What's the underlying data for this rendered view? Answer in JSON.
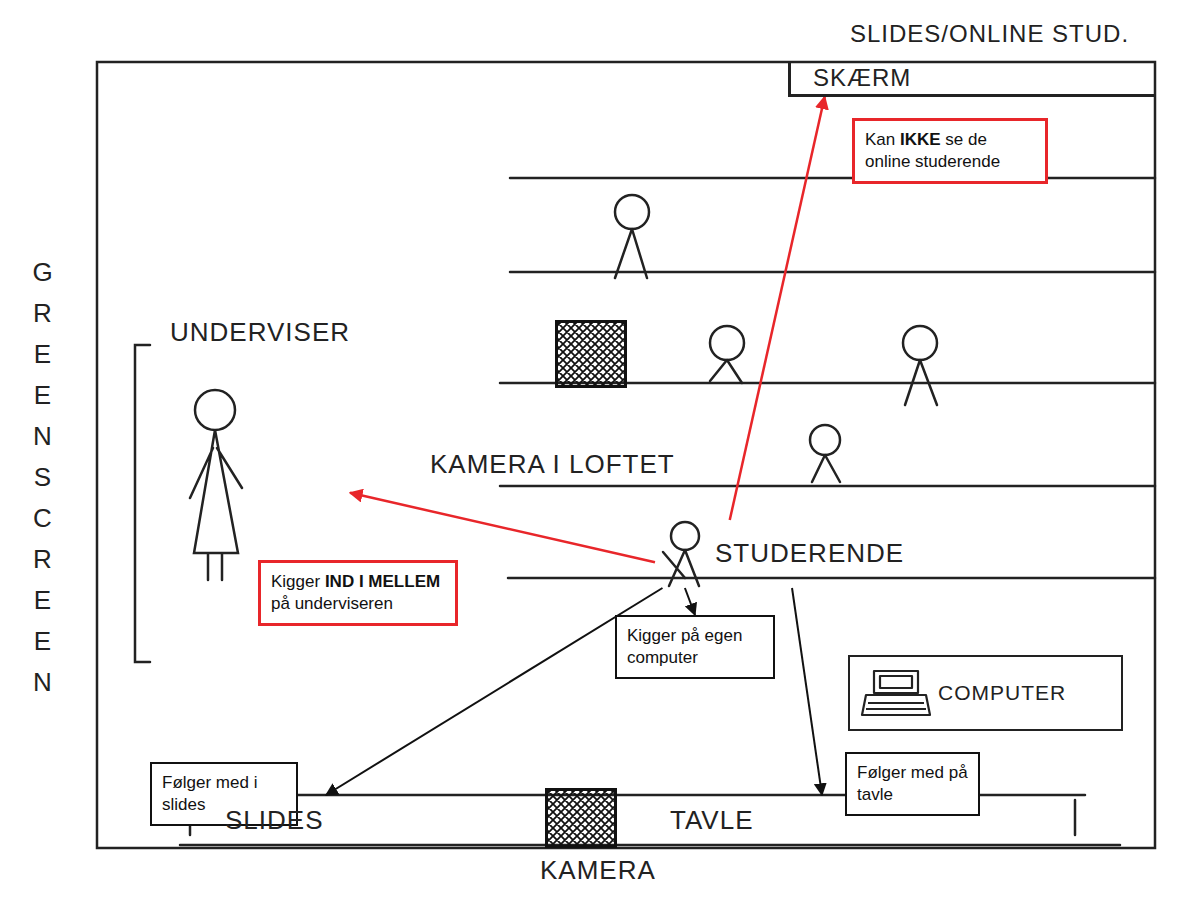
{
  "diagram": {
    "nodes": [
      {
        "text": [
          "SKÆRM"
        ]
      },
      {
        "text": [
          "Kan IKKE se de online studerende"
        ]
      },
      {
        "text": [
          "UNDERVISER"
        ]
      },
      {
        "text": [
          "GREEN SCREEN"
        ]
      },
      {
        "text": [
          "KAMERA I LOFTET"
        ]
      },
      {
        "text": [
          "STUDERENDE"
        ]
      },
      {
        "text": [
          "Kigger IND I MELLEM på underviseren"
        ]
      },
      {
        "text": [
          "Kigger på egen computer"
        ]
      },
      {
        "text": [
          "COMPUTER"
        ]
      },
      {
        "text": [
          "Følger med i slides"
        ]
      },
      {
        "text": [
          "Følger med på tavle"
        ]
      },
      {
        "text": [
          "SLIDES"
        ]
      },
      {
        "text": [
          "TAVLE"
        ]
      },
      {
        "text": [
          "KAMERA"
        ]
      }
    ],
    "edges": [
      {
        "from": 5,
        "to": 2,
        "arrow": "to"
      },
      {
        "from": 5,
        "to": 0,
        "arrow": "to"
      },
      {
        "from": 5,
        "to": 7,
        "arrow": "to"
      },
      {
        "from": 5,
        "to": 11,
        "arrow": "to"
      },
      {
        "from": 5,
        "to": 12,
        "arrow": "to"
      }
    ],
    "labels": [
      "SLIDES/ONLINE STUD."
    ]
  }
}
